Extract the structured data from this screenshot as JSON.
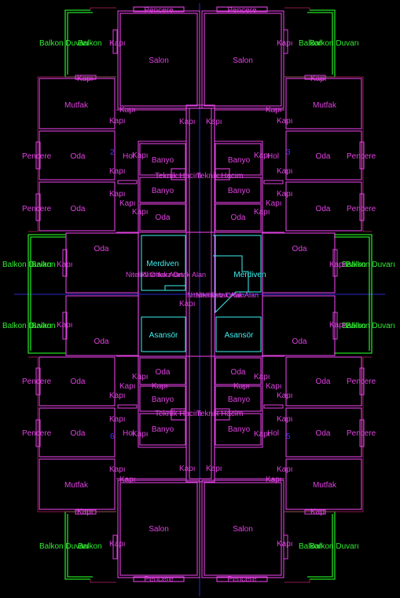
{
  "colors": {
    "background": "#000000",
    "wall": "#e040e0",
    "wall_dark": "#8a1a4a",
    "balcony": "#22dd22",
    "stair": "#3ef0f0",
    "axis": "#2a2ad0",
    "room_label": "#e040e0",
    "balcony_label": "#33ee33",
    "core_label": "#3ef0f0",
    "number_label": "#3a3aff"
  },
  "labels": {
    "pencere": "Pencere",
    "kapi": "Kapı",
    "balkon": "Balkon",
    "balkon_duvari": "Balkon Duvarı",
    "salon": "Salon",
    "mutfak": "Mutfak",
    "oda": "Oda",
    "hol": "Hol",
    "banyo": "Banyo",
    "teknik_hacim": "Teknik Hacim",
    "merdiven": "Merdiven",
    "nitelikli_ortak_alan": "Nitelikli Ortak Alan",
    "nitelik_siz_ortak_alan": "Niteliksiz Ortak Alan",
    "asansor": "Asansör",
    "num_2": "2",
    "num_3": "3",
    "num_5": "5",
    "num_6": "6"
  }
}
